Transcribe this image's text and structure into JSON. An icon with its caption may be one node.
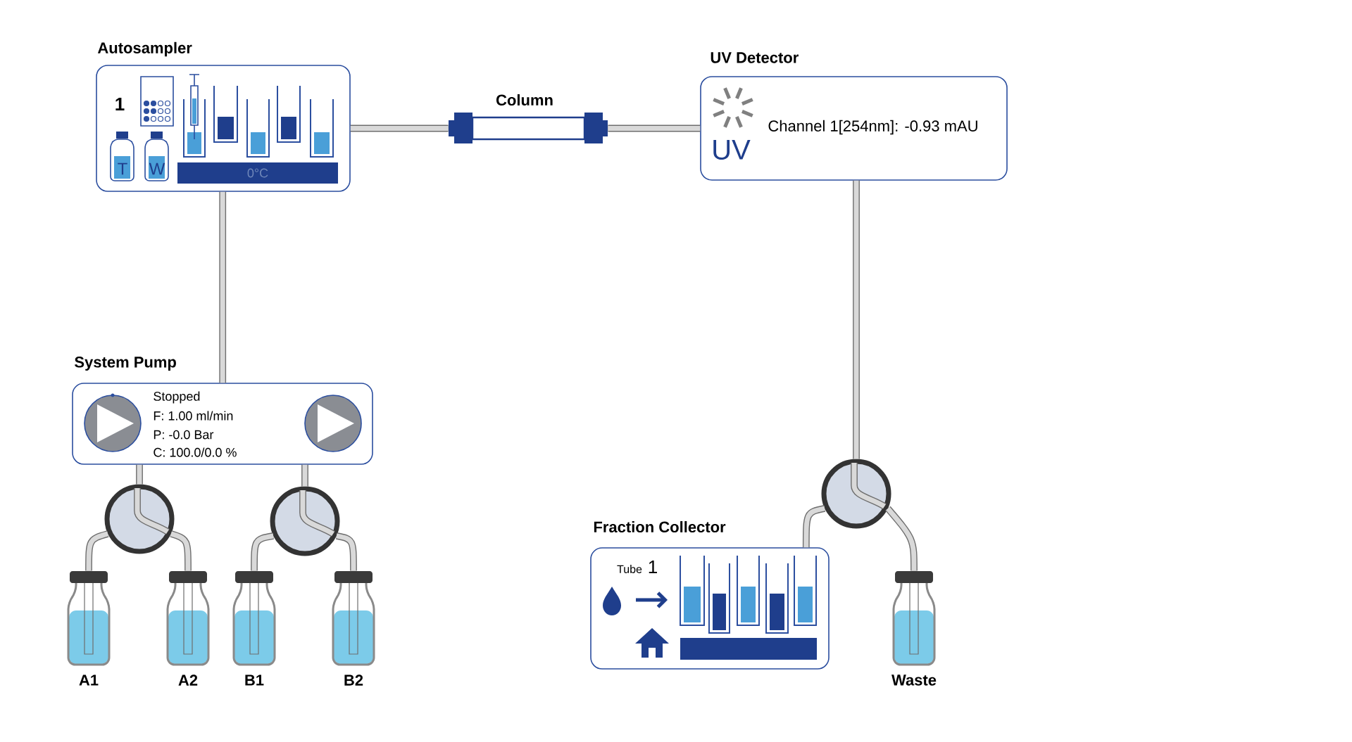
{
  "diagram": {
    "nodes": [
      {
        "text": [
          "Autosampler",
          "1",
          "T",
          "W",
          "0°C"
        ]
      },
      {
        "text": [
          "Column"
        ]
      },
      {
        "text": [
          "UV Detector",
          "UV",
          "Channel 1[254nm]: -0.93 mAU"
        ]
      },
      {
        "text": [
          "System Pump",
          "Stopped",
          "F: 1.00 ml/min",
          "P: -0.0  Bar",
          "C: 100.0/0.0 %"
        ]
      },
      {
        "text": [],
        "shape": "circle"
      },
      {
        "text": [],
        "shape": "circle"
      },
      {
        "text": [
          "A1"
        ]
      },
      {
        "text": [
          "A2"
        ]
      },
      {
        "text": [
          "B1"
        ]
      },
      {
        "text": [
          "B2"
        ]
      },
      {
        "text": [
          "Fraction Collector",
          "Tube",
          "1"
        ]
      },
      {
        "text": [],
        "shape": "circle"
      },
      {
        "text": [
          "Waste"
        ]
      }
    ],
    "edges": [
      {
        "from": 0,
        "to": 1,
        "arrow": "none"
      },
      {
        "from": 1,
        "to": 2,
        "arrow": "none"
      },
      {
        "from": 0,
        "to": 3,
        "arrow": "none"
      },
      {
        "from": 3,
        "to": 4,
        "arrow": "none"
      },
      {
        "from": 3,
        "to": 5,
        "arrow": "none"
      },
      {
        "from": 4,
        "to": 6,
        "arrow": "none"
      },
      {
        "from": 4,
        "to": 7,
        "arrow": "none"
      },
      {
        "from": 5,
        "to": 8,
        "arrow": "none"
      },
      {
        "from": 5,
        "to": 9,
        "arrow": "none"
      },
      {
        "from": 2,
        "to": 11,
        "arrow": "none"
      },
      {
        "from": 11,
        "to": 10,
        "arrow": "none"
      },
      {
        "from": 11,
        "to": 12,
        "arrow": "none"
      }
    ]
  }
}
